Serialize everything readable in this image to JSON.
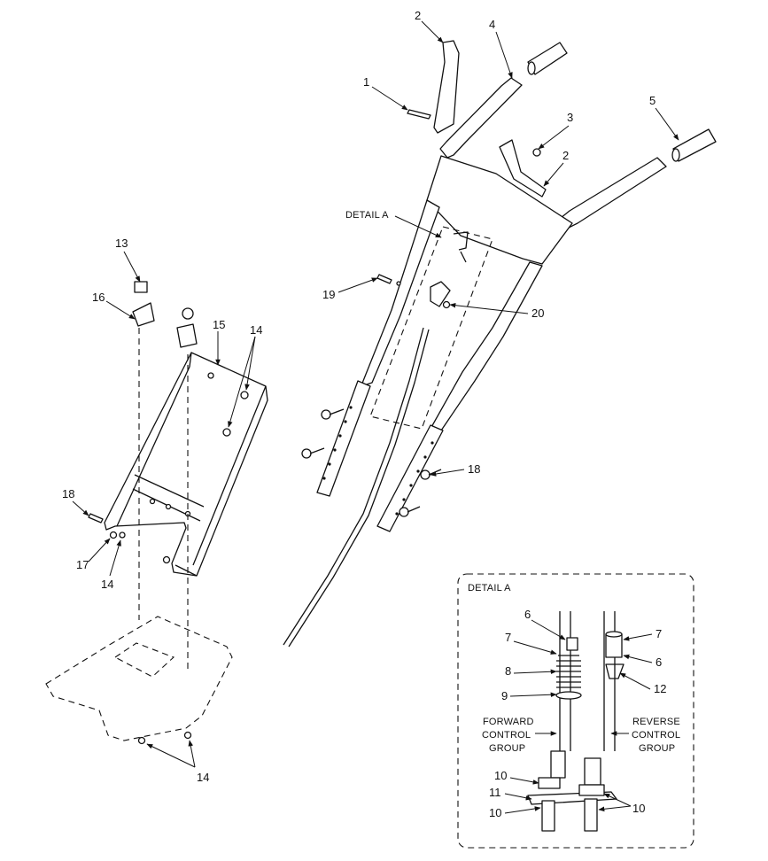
{
  "detail_label": "DETAIL A",
  "inset": {
    "title": "DETAIL A",
    "forward_group": [
      "FORWARD",
      "CONTROL",
      "GROUP"
    ],
    "reverse_group": [
      "REVERSE",
      "CONTROL",
      "GROUP"
    ]
  },
  "callouts": {
    "c1": "1",
    "c2a": "2",
    "c2b": "2",
    "c3": "3",
    "c4": "4",
    "c5": "5",
    "c13": "13",
    "c14a": "14",
    "c14b": "14",
    "c14c": "14",
    "c15": "15",
    "c16": "16",
    "c17": "17",
    "c18a": "18",
    "c18b": "18",
    "c19": "19",
    "c20": "20",
    "d6a": "6",
    "d6b": "6",
    "d7a": "7",
    "d7b": "7",
    "d8": "8",
    "d9": "9",
    "d10a": "10",
    "d10b": "10",
    "d10c": "10",
    "d11": "11",
    "d12": "12"
  },
  "colors": {
    "line": "#111111",
    "background": "#ffffff"
  }
}
